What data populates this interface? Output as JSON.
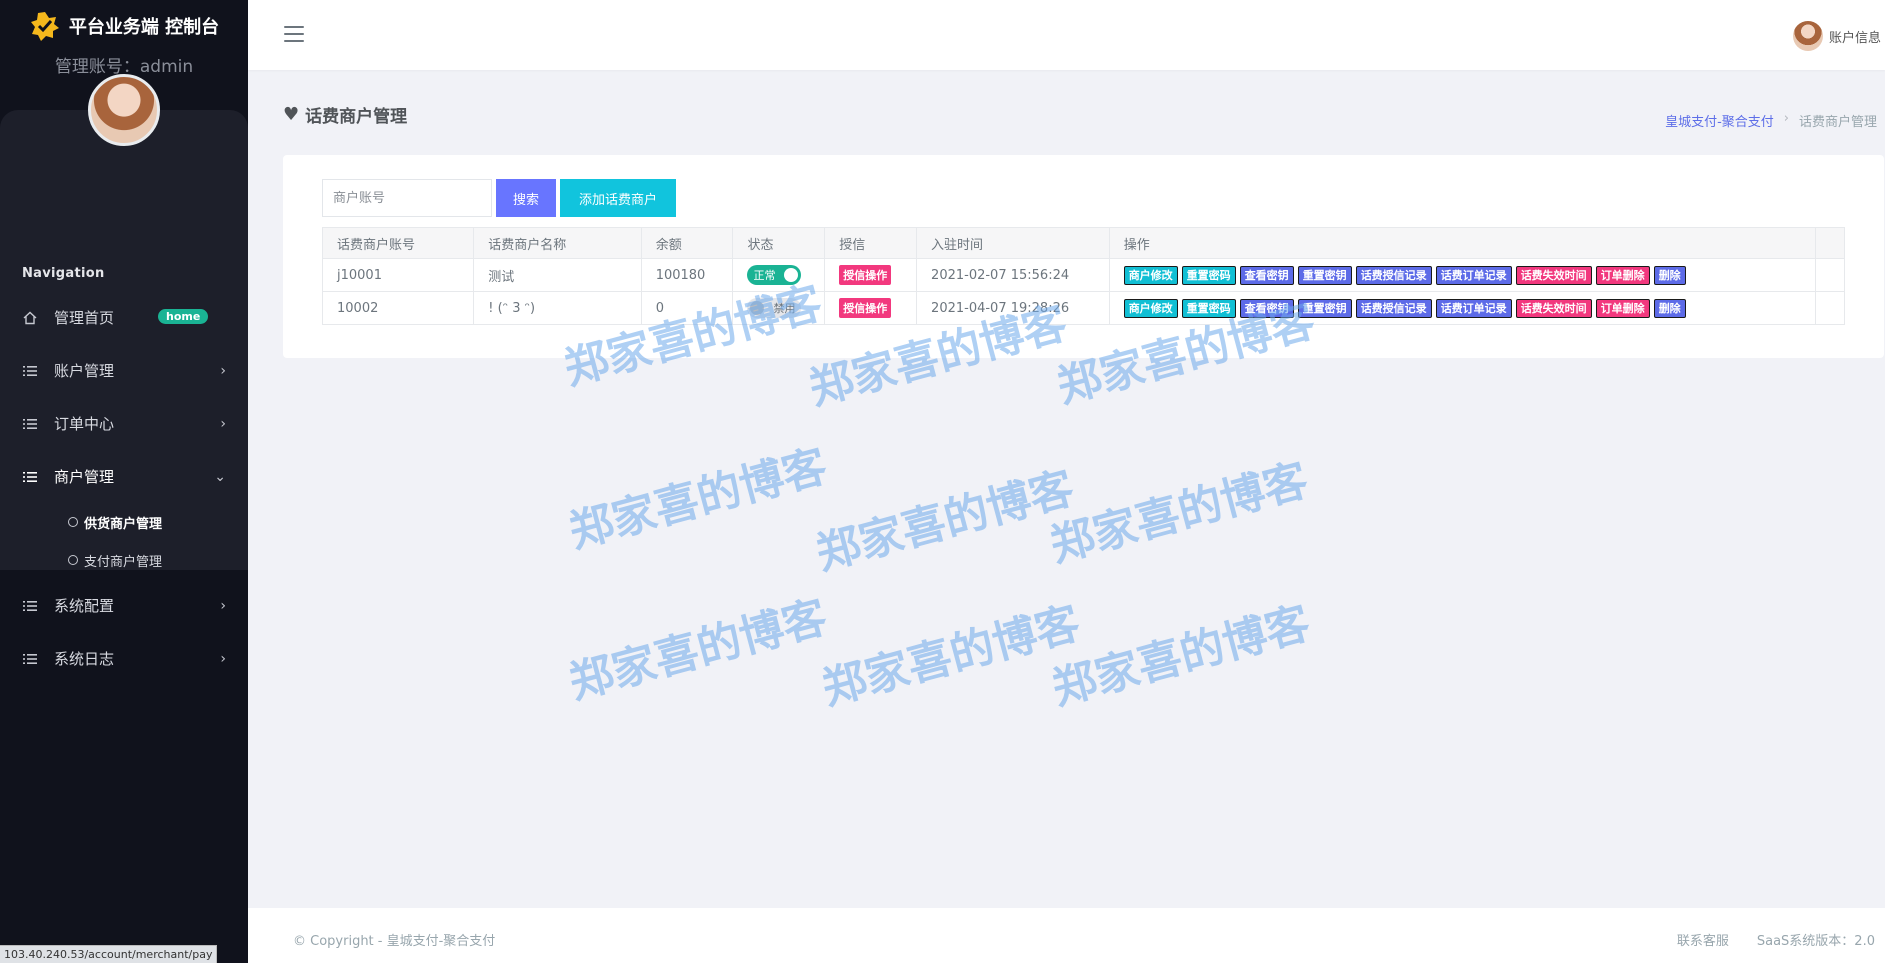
{
  "sidebar": {
    "brand": "平台业务端 控制台",
    "admin_label": "管理账号：",
    "admin_name": "admin",
    "nav_caption": "Navigation",
    "items": [
      {
        "label": "管理首页",
        "badge": "home"
      },
      {
        "label": "账户管理"
      },
      {
        "label": "订单中心"
      },
      {
        "label": "商户管理"
      },
      {
        "label": "系统配置"
      },
      {
        "label": "系统日志"
      }
    ],
    "sub_items": [
      {
        "label": "供货商户管理"
      },
      {
        "label": "支付商户管理"
      }
    ]
  },
  "status_url": "103.40.240.53/account/merchant/pay",
  "topbar": {
    "account_label": "账户信息"
  },
  "page": {
    "title": "话费商户管理",
    "breadcrumb": {
      "link": "皇城支付-聚合支付",
      "separator": "›",
      "current": "话费商户管理"
    }
  },
  "search": {
    "placeholder": "商户账号",
    "search_label": "搜索",
    "add_label": "添加话费商户"
  },
  "table": {
    "headers": [
      "话费商户账号",
      "话费商户名称",
      "余额",
      "状态",
      "授信",
      "入驻时间",
      "操作"
    ],
    "rows": [
      {
        "account": "j10001",
        "name": "测试",
        "balance": "100180",
        "status": "正常",
        "credit": "授信操作",
        "time": "2021-02-07 15:56:24"
      },
      {
        "account": "10002",
        "name": "! (ᵔ 3 ᵔ)",
        "balance": "0",
        "status": "禁用",
        "credit": "授信操作",
        "time": "2021-04-07 19:28:26"
      }
    ],
    "ops": [
      "商户修改",
      "重置密码",
      "查看密钥",
      "重置密钥",
      "话费授信记录",
      "话费订单记录",
      "话费失效时间",
      "订单删除",
      "删除"
    ]
  },
  "watermark": "郑家喜的博客",
  "footer": {
    "copyright": "© Copyright - 皇城支付-聚合支付",
    "contact": "联系客服",
    "version": "SaaS系统版本：2.0"
  },
  "colors": {
    "primary": "#6875ff",
    "cyan": "#11c4dd",
    "pink": "#f2387e",
    "green": "#1ab394",
    "sidebar": "#10121c"
  }
}
